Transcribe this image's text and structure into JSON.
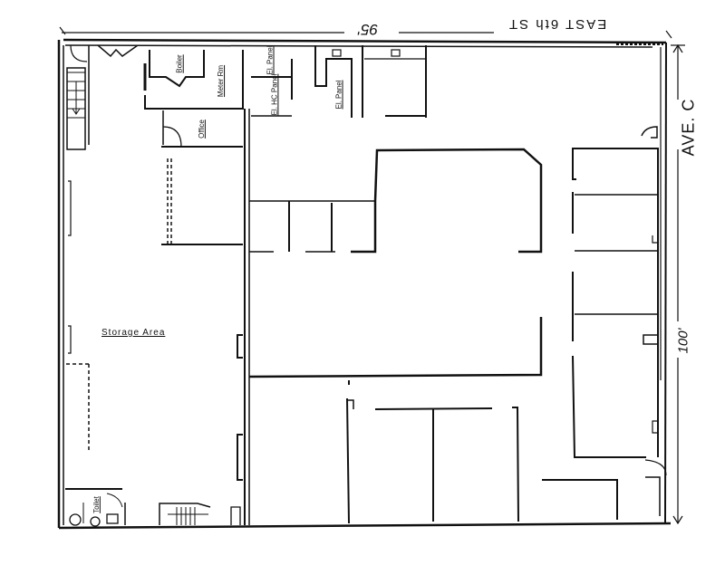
{
  "plan": {
    "type": "floor-plan",
    "streets": {
      "top": "EAST 6th ST",
      "right": "AVE. C"
    },
    "dimensions": {
      "width": "95'",
      "depth": "100'"
    },
    "rooms": [
      {
        "id": "boiler",
        "label": "Boiler"
      },
      {
        "id": "meter",
        "label": "Meter Rm"
      },
      {
        "id": "office",
        "label": "Office"
      },
      {
        "id": "elec-1",
        "label": "El. Panel"
      },
      {
        "id": "elec-2",
        "label": "El. HC Panel"
      },
      {
        "id": "elec-3",
        "label": "El. Panel"
      },
      {
        "id": "storage",
        "label": "Storage Area"
      },
      {
        "id": "toilet",
        "label": "Toilet"
      }
    ],
    "ink_color": "#111111",
    "paper_color": "#ffffff"
  }
}
